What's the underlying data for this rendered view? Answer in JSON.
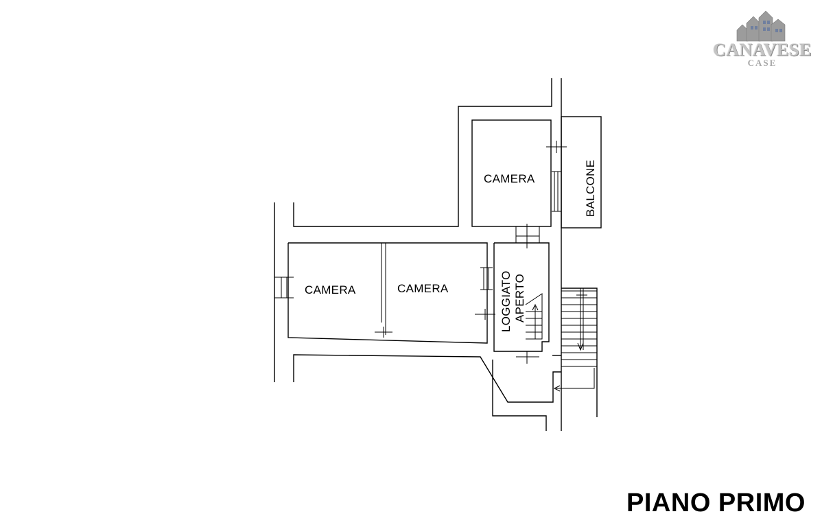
{
  "logo": {
    "brand": "CANAVESE",
    "sub": "CASE"
  },
  "floor_title": "PIANO PRIMO",
  "rooms": [
    {
      "label": "CAMERA"
    },
    {
      "label": "CAMERA"
    },
    {
      "label": "CAMERA"
    },
    {
      "label": "BALCONE"
    },
    {
      "label": "LOGGIATO"
    },
    {
      "label": "APERTO"
    }
  ],
  "colors": {
    "line": "#000000",
    "logo": "#9c9c9c",
    "logo_accent": "#6f7f9f"
  }
}
